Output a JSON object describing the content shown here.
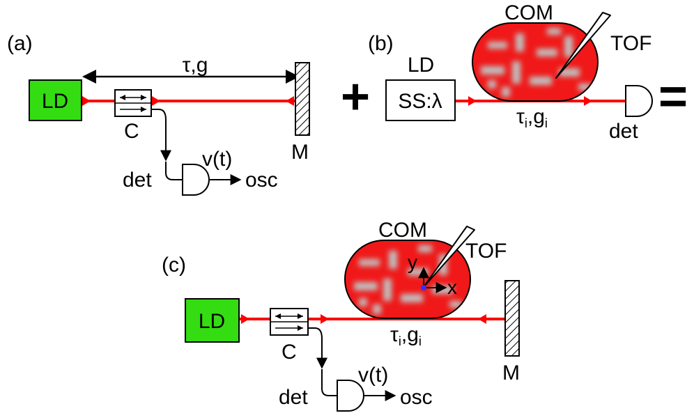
{
  "panels": {
    "a": {
      "tag": "(a)",
      "source": "LD",
      "coupler": "C",
      "mirror": "M",
      "detector": "det",
      "signal": "v(t)",
      "scope": "osc",
      "path_label": "τ,g"
    },
    "b": {
      "tag": "(b)",
      "source_title": "LD",
      "source_box": "SS:λ",
      "medium": "COM",
      "fiber": "TOF",
      "path_label_main": "τ",
      "path_label_sub": "i",
      "path_label_sep": ",g",
      "path_label_sub2": "i",
      "detector": "det"
    },
    "c": {
      "tag": "(c)",
      "source": "LD",
      "coupler": "C",
      "mirror": "M",
      "detector": "det",
      "signal": "v(t)",
      "scope": "osc",
      "medium": "COM",
      "fiber": "TOF",
      "axis_x": "x",
      "axis_y": "y",
      "path_label_main": "τ",
      "path_label_sub": "i",
      "path_label_sep": ",g",
      "path_label_sub2": "i"
    }
  },
  "operators": {
    "plus": "+",
    "equals": "="
  },
  "colors": {
    "laser": "#ff0000",
    "source_fill": "#33dd11",
    "medium_red": "#f01818",
    "medium_grey": "#c0c0c0",
    "tof_tip": "#3030ff"
  }
}
